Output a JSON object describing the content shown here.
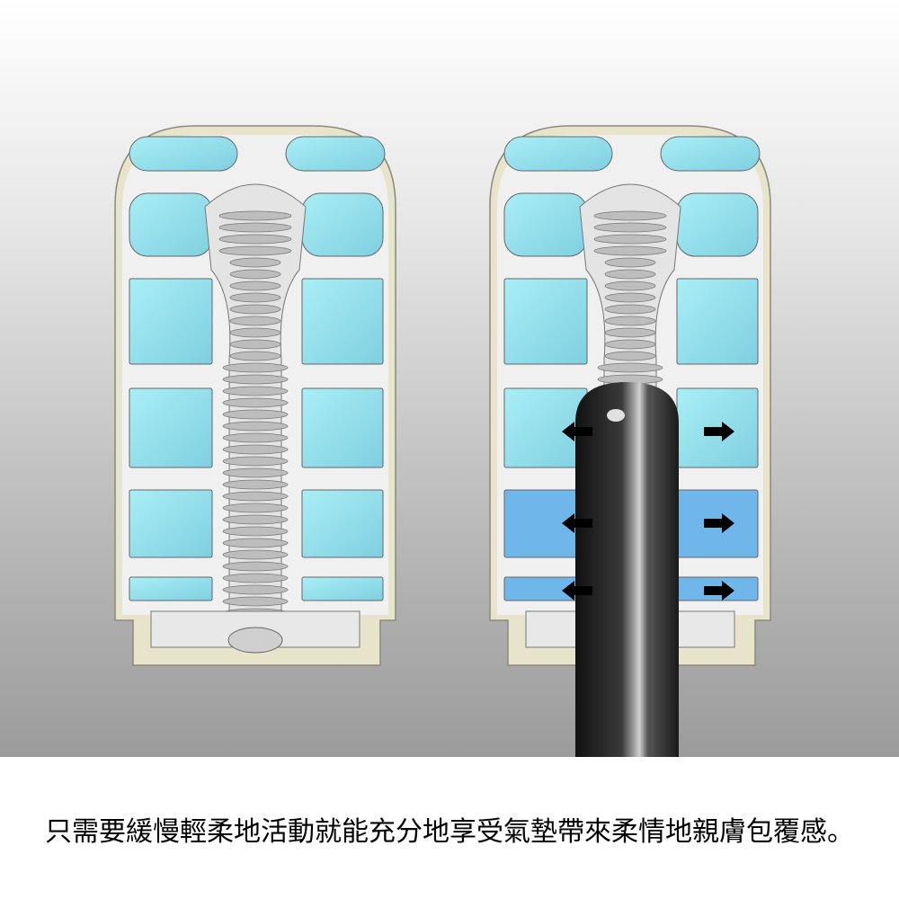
{
  "caption": "只需要緩慢輕柔地活動就能充分地享受氣墊帶來柔情地親膚包覆感。",
  "colors": {
    "cell_blue": "#8fdde8",
    "cell_blue_pressed": "#6fb7ea",
    "frame_white": "#f0f0f0",
    "outline_beige": "#e8e4cc",
    "rod": "#2a2a2a",
    "arrow": "#000000"
  },
  "illustrations": [
    {
      "name": "capsule-at-rest"
    },
    {
      "name": "capsule-with-insertion",
      "arrows": [
        "left",
        "right",
        "left",
        "right",
        "left",
        "right"
      ]
    }
  ]
}
